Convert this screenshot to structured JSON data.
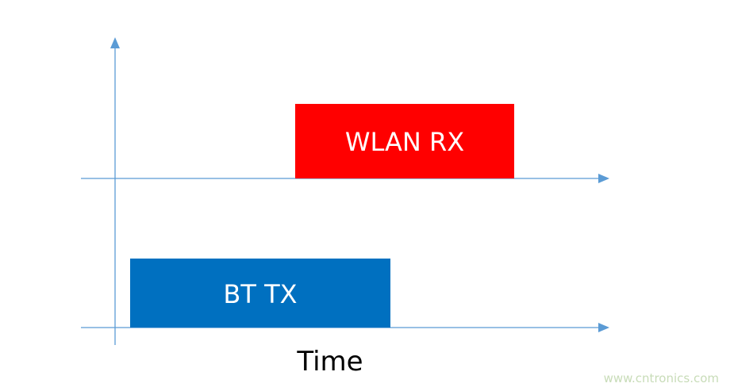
{
  "diagram": {
    "blocks": [
      {
        "id": "wlan",
        "label": "WLAN RX",
        "color": "#ff0000"
      },
      {
        "id": "bt",
        "label": "BT TX",
        "color": "#0070c0"
      }
    ],
    "axis_label": "Time",
    "axis_color": "#5b9bd5",
    "watermark": "www.cntronics.com"
  }
}
